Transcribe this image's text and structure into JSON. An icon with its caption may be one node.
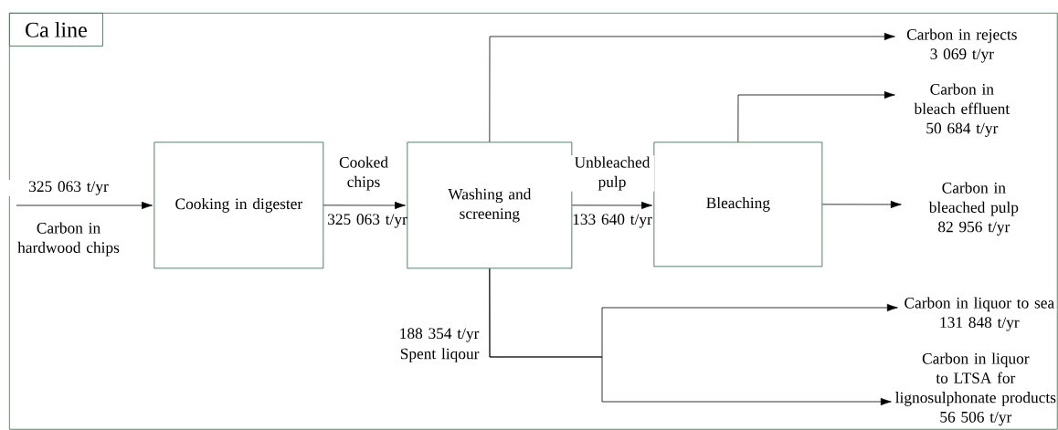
{
  "diagram": {
    "nodes": [
      {
        "text": [
          "Ca line"
        ]
      },
      {
        "text": [
          "Cooking in digester"
        ],
        "in": 0
      },
      {
        "text": [
          "Washing and screening"
        ],
        "in": 0
      },
      {
        "text": [
          "Bleaching"
        ],
        "in": 0
      },
      {
        "text": [
          "Carbon in rejects",
          "3 069 t/yr"
        ],
        "in": 0
      },
      {
        "text": [
          "Carbon in bleach effluent",
          "50 684 t/yr"
        ],
        "in": 0
      },
      {
        "text": [
          "Carbon in bleached pulp",
          "82 956 t/yr"
        ],
        "in": 0
      },
      {
        "text": [
          "Carbon in liquor to sea",
          "131 848 t/yr"
        ],
        "in": 0
      },
      {
        "text": [
          "Carbon in liquor to LTSA for lignosulphonate products",
          "56 506 t/yr"
        ],
        "in": 0
      }
    ],
    "edges": [
      {
        "from": null,
        "to": 1,
        "arrow": "to",
        "label": "325 063 t/yr"
      },
      {
        "from": 1,
        "to": 2,
        "arrow": "to",
        "label": "Cooked chips"
      },
      {
        "from": 2,
        "to": 3,
        "arrow": "to",
        "label": "Unbleached pulp"
      },
      {
        "from": 2,
        "to": 4,
        "arrow": "to"
      },
      {
        "from": 3,
        "to": 5,
        "arrow": "to"
      },
      {
        "from": 3,
        "to": 6,
        "arrow": "to"
      },
      {
        "from": 2,
        "to": 7,
        "arrow": "to"
      },
      {
        "from": 2,
        "to": 8,
        "arrow": "to"
      }
    ],
    "labels": [
      "Carbon in hardwood chips",
      "325 063 t/yr",
      "133 640 t/yr",
      "188 354 t/yr",
      "Spent liqour"
    ]
  }
}
